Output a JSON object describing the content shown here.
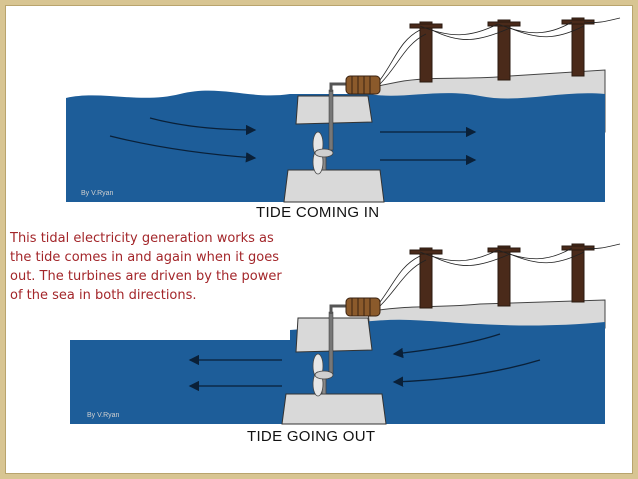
{
  "captions": {
    "top": "TIDE COMING IN",
    "bottom": "TIDE GOING OUT"
  },
  "description_lines": [
    "This tidal electricity generation works as",
    "the tide comes in and again when it goes",
    "out. The turbines are driven by the power",
    "of the sea in both directions."
  ],
  "credits": {
    "top": "By V.Ryan",
    "bottom": "By V.Ryan"
  },
  "colors": {
    "sea": "#1d5d99",
    "land": "#dcdcdc",
    "pole": "#4a2a1a",
    "description_text": "#a3262a",
    "border": "#d8c592"
  },
  "flow": {
    "top_panel": "left-to-right",
    "bottom_panel": "right-to-left"
  }
}
